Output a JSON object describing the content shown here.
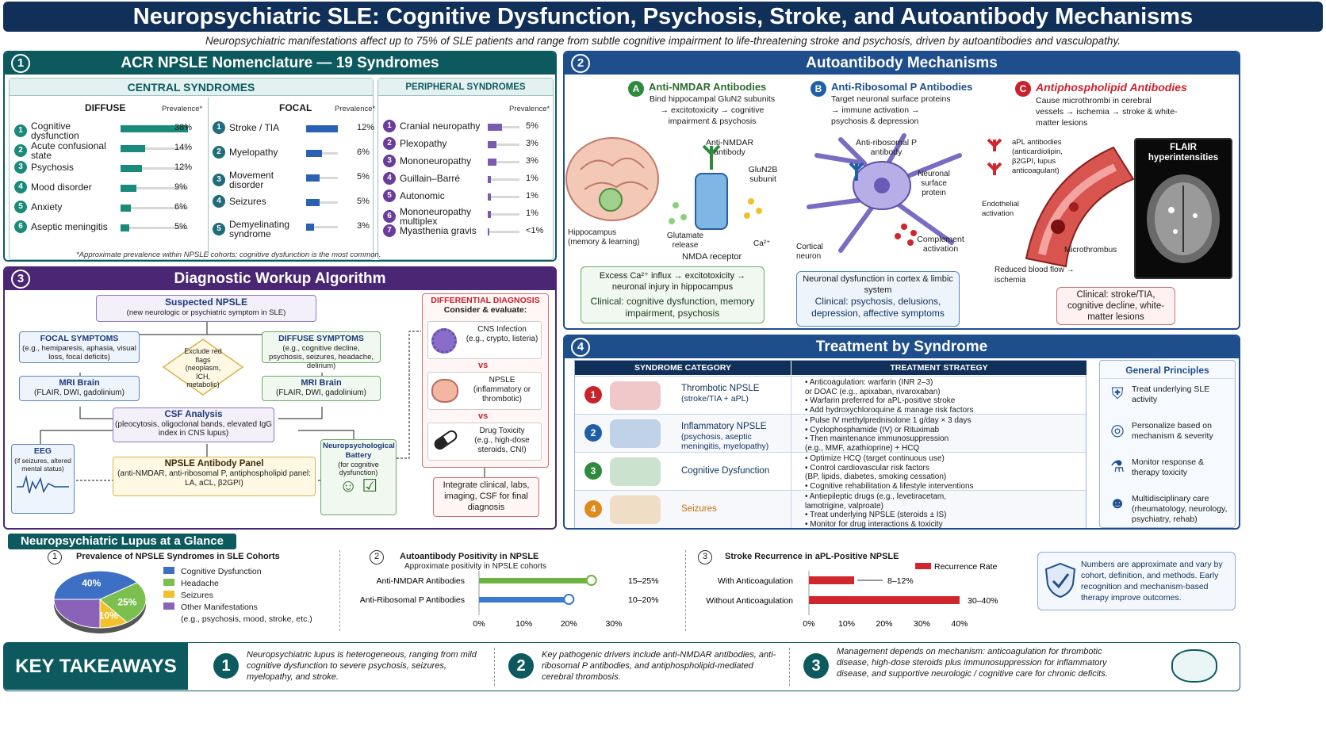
{
  "header": {
    "title": "Neuropsychiatric SLE: Cognitive Dysfunction, Psychosis, Stroke, and Autoantibody Mechanisms",
    "subtitle": "Neuropsychiatric manifestations affect up to 75% of SLE patients and range from subtle cognitive impairment to life-threatening stroke and psychosis, driven by autoantibodies and vasculopathy."
  },
  "panel1": {
    "num": "1",
    "title": "ACR NPSLE Nomenclature — 19 Syndromes",
    "central": "CENTRAL SYNDROMES",
    "peripheral": "PERIPHERAL SYNDROMES",
    "diffuse": "DIFFUSE",
    "focal": "FOCAL",
    "prev": "Prevalence*",
    "diffuse_items": [
      {
        "n": "1",
        "label": "Cognitive dysfunction",
        "pct": "38%",
        "v": 38
      },
      {
        "n": "2",
        "label": "Acute confusional state",
        "pct": "14%",
        "v": 14
      },
      {
        "n": "3",
        "label": "Psychosis",
        "pct": "12%",
        "v": 12
      },
      {
        "n": "4",
        "label": "Mood disorder",
        "pct": "9%",
        "v": 9
      },
      {
        "n": "5",
        "label": "Anxiety",
        "pct": "6%",
        "v": 6
      },
      {
        "n": "6",
        "label": "Aseptic meningitis",
        "pct": "5%",
        "v": 5
      }
    ],
    "focal_items": [
      {
        "n": "1",
        "label": "Stroke / TIA",
        "pct": "12%",
        "v": 12
      },
      {
        "n": "2",
        "label": "Myelopathy",
        "pct": "6%",
        "v": 6
      },
      {
        "n": "3",
        "label": "Movement disorder",
        "pct": "5%",
        "v": 5
      },
      {
        "n": "4",
        "label": "Seizures",
        "pct": "5%",
        "v": 5
      },
      {
        "n": "5",
        "label": "Demyelinating syndrome",
        "pct": "3%",
        "v": 3
      }
    ],
    "peripheral_items": [
      {
        "n": "1",
        "label": "Cranial neuropathy",
        "pct": "5%",
        "v": 5
      },
      {
        "n": "2",
        "label": "Plexopathy",
        "pct": "3%",
        "v": 3
      },
      {
        "n": "3",
        "label": "Mononeuropathy",
        "pct": "3%",
        "v": 3
      },
      {
        "n": "4",
        "label": "Guillain–Barré",
        "pct": "1%",
        "v": 1
      },
      {
        "n": "5",
        "label": "Autonomic",
        "pct": "1%",
        "v": 1
      },
      {
        "n": "6",
        "label": "Mononeuropathy multiplex",
        "pct": "1%",
        "v": 1
      },
      {
        "n": "7",
        "label": "Myasthenia gravis",
        "pct": "<1%",
        "v": 0.5
      }
    ],
    "footnote": "*Approximate prevalence within NPSLE cohorts; cognitive dysfunction is the most common."
  },
  "panel2": {
    "num": "2",
    "title": "Autoantibody Mechanisms",
    "a": {
      "letter": "A",
      "title": "Anti-NMDAR Antibodies",
      "desc": "Bind hippocampal GluN2 subunits → excitotoxicity → cognitive impairment & psychosis",
      "lbl_ab": "Anti-NMDAR antibody",
      "lbl_glu": "GluN2B subunit",
      "lbl_hip": "Hippocampus (memory & learning)",
      "lbl_gl": "Glutamate release",
      "lbl_ca": "Ca²⁺",
      "lbl_nmda": "NMDA receptor",
      "box1": "Excess Ca²⁺ influx → excitotoxicity → neuronal injury in hippocampus",
      "clin": "Clinical:  cognitive dysfunction, memory impairment, psychosis"
    },
    "b": {
      "letter": "B",
      "title": "Anti-Ribosomal P Antibodies",
      "desc": "Target neuronal surface proteins → immune activation → psychosis & depression",
      "lbl_ab": "Anti-ribosomal P antibody",
      "lbl_np": "Neuronal surface protein",
      "lbl_cn": "Cortical neuron",
      "lbl_comp": "Complement activation",
      "box1": "Neuronal dysfunction in cortex & limbic system",
      "clin": "Clinical:  psychosis, delusions, depression, affective symptoms"
    },
    "c": {
      "letter": "C",
      "title": "Antiphospholipid Antibodies",
      "desc": "Cause microthrombi in cerebral vessels → ischemia → stroke & white-matter lesions",
      "lbl_apl": "aPL antibodies (anticardiolipin, β2GPI, lupus anticoagulant)",
      "lbl_endo": "Endothelial activation",
      "lbl_micro": "Microthrombus",
      "lbl_flow": "Reduced blood flow → ischemia",
      "flair": "FLAIR hyperintensities",
      "clin": "Clinical: stroke/TIA, cognitive decline, white-matter lesions"
    }
  },
  "panel3": {
    "num": "3",
    "title": "Diagnostic Workup Algorithm",
    "suspected": "Suspected NPSLE",
    "suspected_sub": "(new neurologic or psychiatric symptom in SLE)",
    "focal": "FOCAL SYMPTOMS",
    "focal_sub": "(e.g., hemiparesis, aphasia, visual loss, focal deficits)",
    "diffuse": "DIFFUSE SYMPTOMS",
    "diffuse_sub": "(e.g., cognitive decline, psychosis, seizures, headache, delirium)",
    "exclude": "Exclude red flags (neoplasm, ICH, metabolic)",
    "mri": "MRI Brain",
    "mri_sub": "(FLAIR, DWI, gadolinium)",
    "csf": "CSF Analysis",
    "csf_sub": "(pleocytosis, oligoclonal bands, elevated IgG index in CNS lupus)",
    "eeg": "EEG",
    "eeg_sub": "(if seizures, altered mental status)",
    "antibody": "NPSLE Antibody Panel",
    "antibody_sub": "(anti-NMDAR, anti-ribosomal P, antiphospholipid panel: LA, aCL, β2GPI)",
    "neuro": "Neuropsychological Battery",
    "neuro_sub": "(for cognitive dysfunction)",
    "dd_title": "DIFFERENTIAL DIAGNOSIS",
    "dd_sub": "Consider & evaluate:",
    "dd1": "CNS Infection",
    "dd1_sub": "(e.g., crypto, listeria)",
    "vs": "vs",
    "dd2": "NPSLE",
    "dd2_sub": "(inflammatory or thrombotic)",
    "dd3": "Drug Toxicity",
    "dd3_sub": "(e.g., high-dose steroids, CNI)",
    "integrate": "Integrate clinical, labs, imaging, CSF for final diagnosis"
  },
  "panel4": {
    "num": "4",
    "title": "Treatment by Syndrome",
    "col1": "SYNDROME CATEGORY",
    "col2": "TREATMENT STRATEGY",
    "rows": [
      {
        "n": "1",
        "name": "Thrombotic NPSLE",
        "sub": "(stroke/TIA + aPL)",
        "color": "#c8232c",
        "b": [
          "Anticoagulation: warfarin (INR 2–3)",
          "or DOAC (e.g., apixaban, rivaroxaban)",
          "Warfarin preferred for aPL-positive stroke",
          "Add hydroxychloroquine & manage risk factors"
        ]
      },
      {
        "n": "2",
        "name": "Inflammatory NPSLE",
        "sub": "(psychosis, aseptic meningitis, myelopathy)",
        "color": "#1f5fa8",
        "b": [
          "Pulse IV methylprednisolone 1 g/day × 3 days",
          "Cyclophosphamide (IV) or Rituximab",
          "Then maintenance immunosuppression",
          "(e.g., MMF, azathioprine) + HCQ"
        ]
      },
      {
        "n": "3",
        "name": "Cognitive Dysfunction",
        "sub": "",
        "color": "#2e8b3e",
        "b": [
          "Optimize HCQ (target continuous use)",
          "Control cardiovascular risk factors",
          "(BP, lipids, diabetes, smoking cessation)",
          "Cognitive rehabilitation & lifestyle interventions"
        ]
      },
      {
        "n": "4",
        "name": "Seizures",
        "sub": "",
        "color": "#e08a1e",
        "b": [
          "Antiepileptic drugs (e.g., levetiracetam,",
          "lamotrigine, valproate)",
          "Treat underlying NPSLE (steroids ± IS)",
          "Monitor for drug interactions & toxicity"
        ]
      }
    ],
    "gp_title": "General Principles",
    "gp": [
      "Treat underlying SLE activity",
      "Personalize based on mechanism & severity",
      "Monitor response & therapy toxicity",
      "Multidisciplinary care (rheumatology, neurology, psychiatry, rehab)"
    ]
  },
  "glance": {
    "title": "Neuropsychiatric Lupus at a Glance",
    "s1_num": "1",
    "s1_title": "Prevalence of NPSLE Syndromes in SLE Cohorts",
    "s2_num": "2",
    "s2_title": "Autoantibody Positivity in NPSLE",
    "s2_sub": "Approximate positivity in NPSLE cohorts",
    "s3_num": "3",
    "s3_title": "Stroke Recurrence in aPL-Positive NPSLE",
    "note": "Numbers are approximate and vary by cohort, definition, and methods. Early recognition and mechanism-based therapy improve outcomes."
  },
  "takeaways": {
    "title": "KEY TAKEAWAYS",
    "items": [
      {
        "n": "1",
        "text": "Neuropsychiatric lupus is heterogeneous, ranging from mild cognitive dysfunction to severe psychosis, seizures, myelopathy, and stroke."
      },
      {
        "n": "2",
        "text": "Key pathogenic drivers include anti-NMDAR antibodies, anti-ribosomal P antibodies, and antiphospholipid-mediated cerebral thrombosis."
      },
      {
        "n": "3",
        "text": "Management depends on mechanism: anticoagulation for thrombotic disease, high-dose steroids plus immunosuppression for inflammatory disease, and supportive neurologic / cognitive care for chronic deficits."
      }
    ]
  },
  "chart_data": [
    {
      "type": "pie",
      "title": "Prevalence of NPSLE Syndromes in SLE Cohorts",
      "slices": [
        {
          "name": "Cognitive Dysfunction",
          "value": 40,
          "label": "40%",
          "color": "#3d6fc4"
        },
        {
          "name": "Headache",
          "value": 25,
          "label": "25%",
          "color": "#7bbf4e"
        },
        {
          "name": "Seizures",
          "value": 10,
          "label": "10%",
          "color": "#f2c12e"
        },
        {
          "name": "Other Manifestations",
          "value": 25,
          "label": "",
          "color": "#8a63b8"
        }
      ],
      "legend_extra": "(e.g., psychosis, mood, stroke, etc.)"
    },
    {
      "type": "bar",
      "title": "Autoantibody Positivity in NPSLE",
      "categories": [
        "Anti-NMDAR Antibodies",
        "Anti-Ribosomal P Antibodies"
      ],
      "values": [
        25,
        20
      ],
      "range_labels": [
        "15–25%",
        "10–20%"
      ],
      "colors": [
        "#6db33f",
        "#3a7ad0"
      ],
      "xticks": [
        "0%",
        "10%",
        "20%",
        "30%"
      ],
      "xlim": [
        0,
        30
      ]
    },
    {
      "type": "bar",
      "title": "Stroke Recurrence in aPL-Positive NPSLE",
      "categories": [
        "With Anticoagulation",
        "Without Anticoagulation"
      ],
      "values": [
        12,
        40
      ],
      "range_labels": [
        "8–12%",
        "30–40%"
      ],
      "legend": "Recurrence Rate",
      "color": "#d0262e",
      "xticks": [
        "0%",
        "10%",
        "20%",
        "30%",
        "40%"
      ],
      "xlim": [
        0,
        40
      ]
    }
  ]
}
